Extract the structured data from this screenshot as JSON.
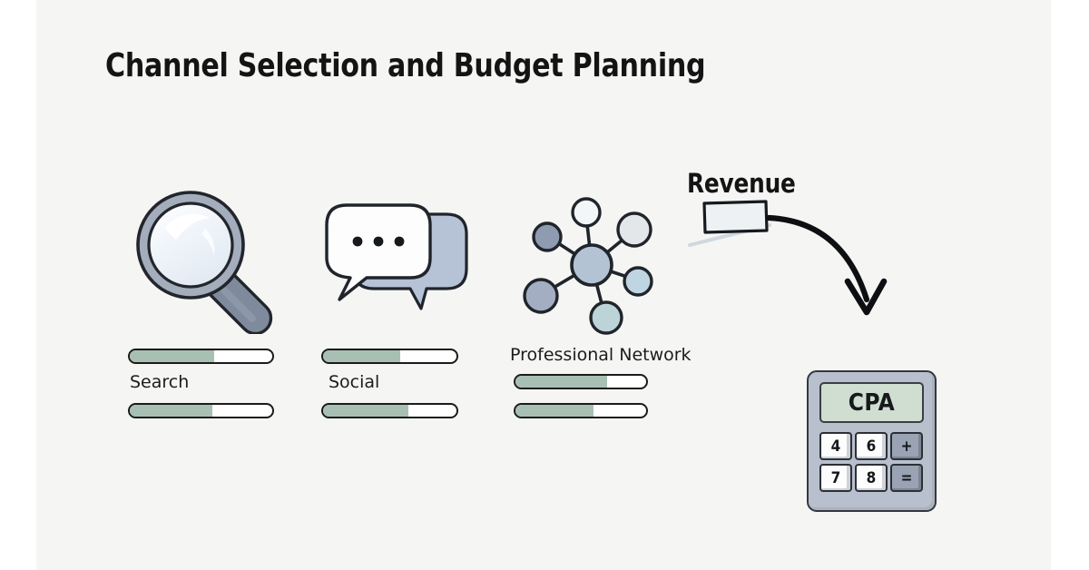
{
  "page": {
    "title": "Channel Selection and Budget Planning",
    "background_color": "#f5f5f4",
    "outer_color": "#ffffff",
    "accent_color": "#a8c0b4",
    "ink_color": "#1b1b1b"
  },
  "channels": [
    {
      "id": "search",
      "label": "Search",
      "icon": "magnifying-glass-icon",
      "label_position": "between-bars",
      "bars": [
        {
          "name": "search-bar-top",
          "percent": 59
        },
        {
          "name": "search-bar-bottom",
          "percent": 58
        }
      ]
    },
    {
      "id": "social",
      "label": "Social",
      "icon": "speech-bubbles-icon",
      "label_position": "between-bars",
      "bars": [
        {
          "name": "social-bar-top",
          "percent": 58
        },
        {
          "name": "social-bar-bottom",
          "percent": 64
        }
      ]
    },
    {
      "id": "professional-network",
      "label": "Professional Network",
      "icon": "network-hub-icon",
      "label_position": "above-bars",
      "bars": [
        {
          "name": "professional-network-bar-top",
          "percent": 70
        },
        {
          "name": "professional-network-bar-bottom",
          "percent": 60
        }
      ]
    }
  ],
  "revenue": {
    "label": "Revenue",
    "tag_color": "#eef1f3",
    "arrow": "curved-down-arrow"
  },
  "calculator": {
    "screen_text": "CPA",
    "screen_color": "#cfded1",
    "body_color": "#b9c0cd",
    "keys": [
      {
        "label": "4",
        "style": "light"
      },
      {
        "label": "6",
        "style": "light"
      },
      {
        "label": "+",
        "style": "dark"
      },
      {
        "label": "7",
        "style": "light"
      },
      {
        "label": "8",
        "style": "light"
      },
      {
        "label": "=",
        "style": "dark"
      }
    ]
  }
}
